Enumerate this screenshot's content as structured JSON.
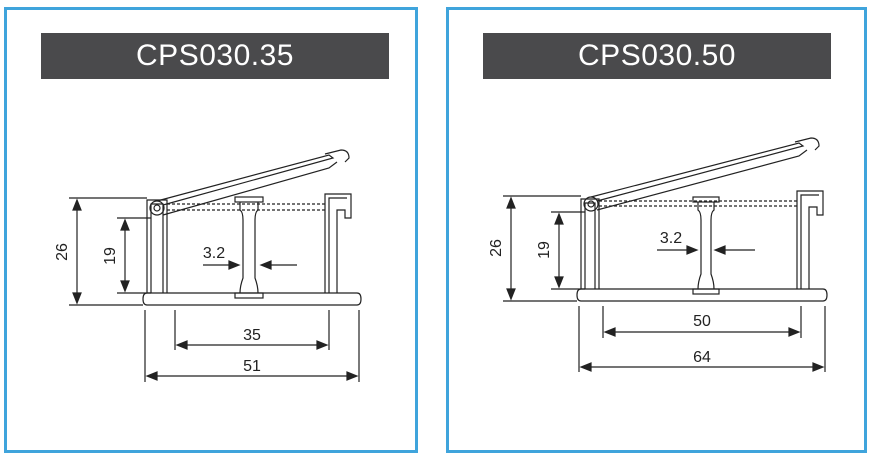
{
  "panels": [
    {
      "title": "CPS030.35",
      "dims": {
        "outer_height": "26",
        "inner_height": "19",
        "web": "3.2",
        "inner_width": "35",
        "outer_width": "51"
      }
    },
    {
      "title": "CPS030.50",
      "dims": {
        "outer_height": "26",
        "inner_height": "19",
        "web": "3.2",
        "inner_width": "50",
        "outer_width": "64"
      }
    }
  ],
  "colors": {
    "border": "#3fa4dc",
    "title_bg": "#4a4a4c",
    "title_text": "#ffffff",
    "line": "#222222"
  }
}
